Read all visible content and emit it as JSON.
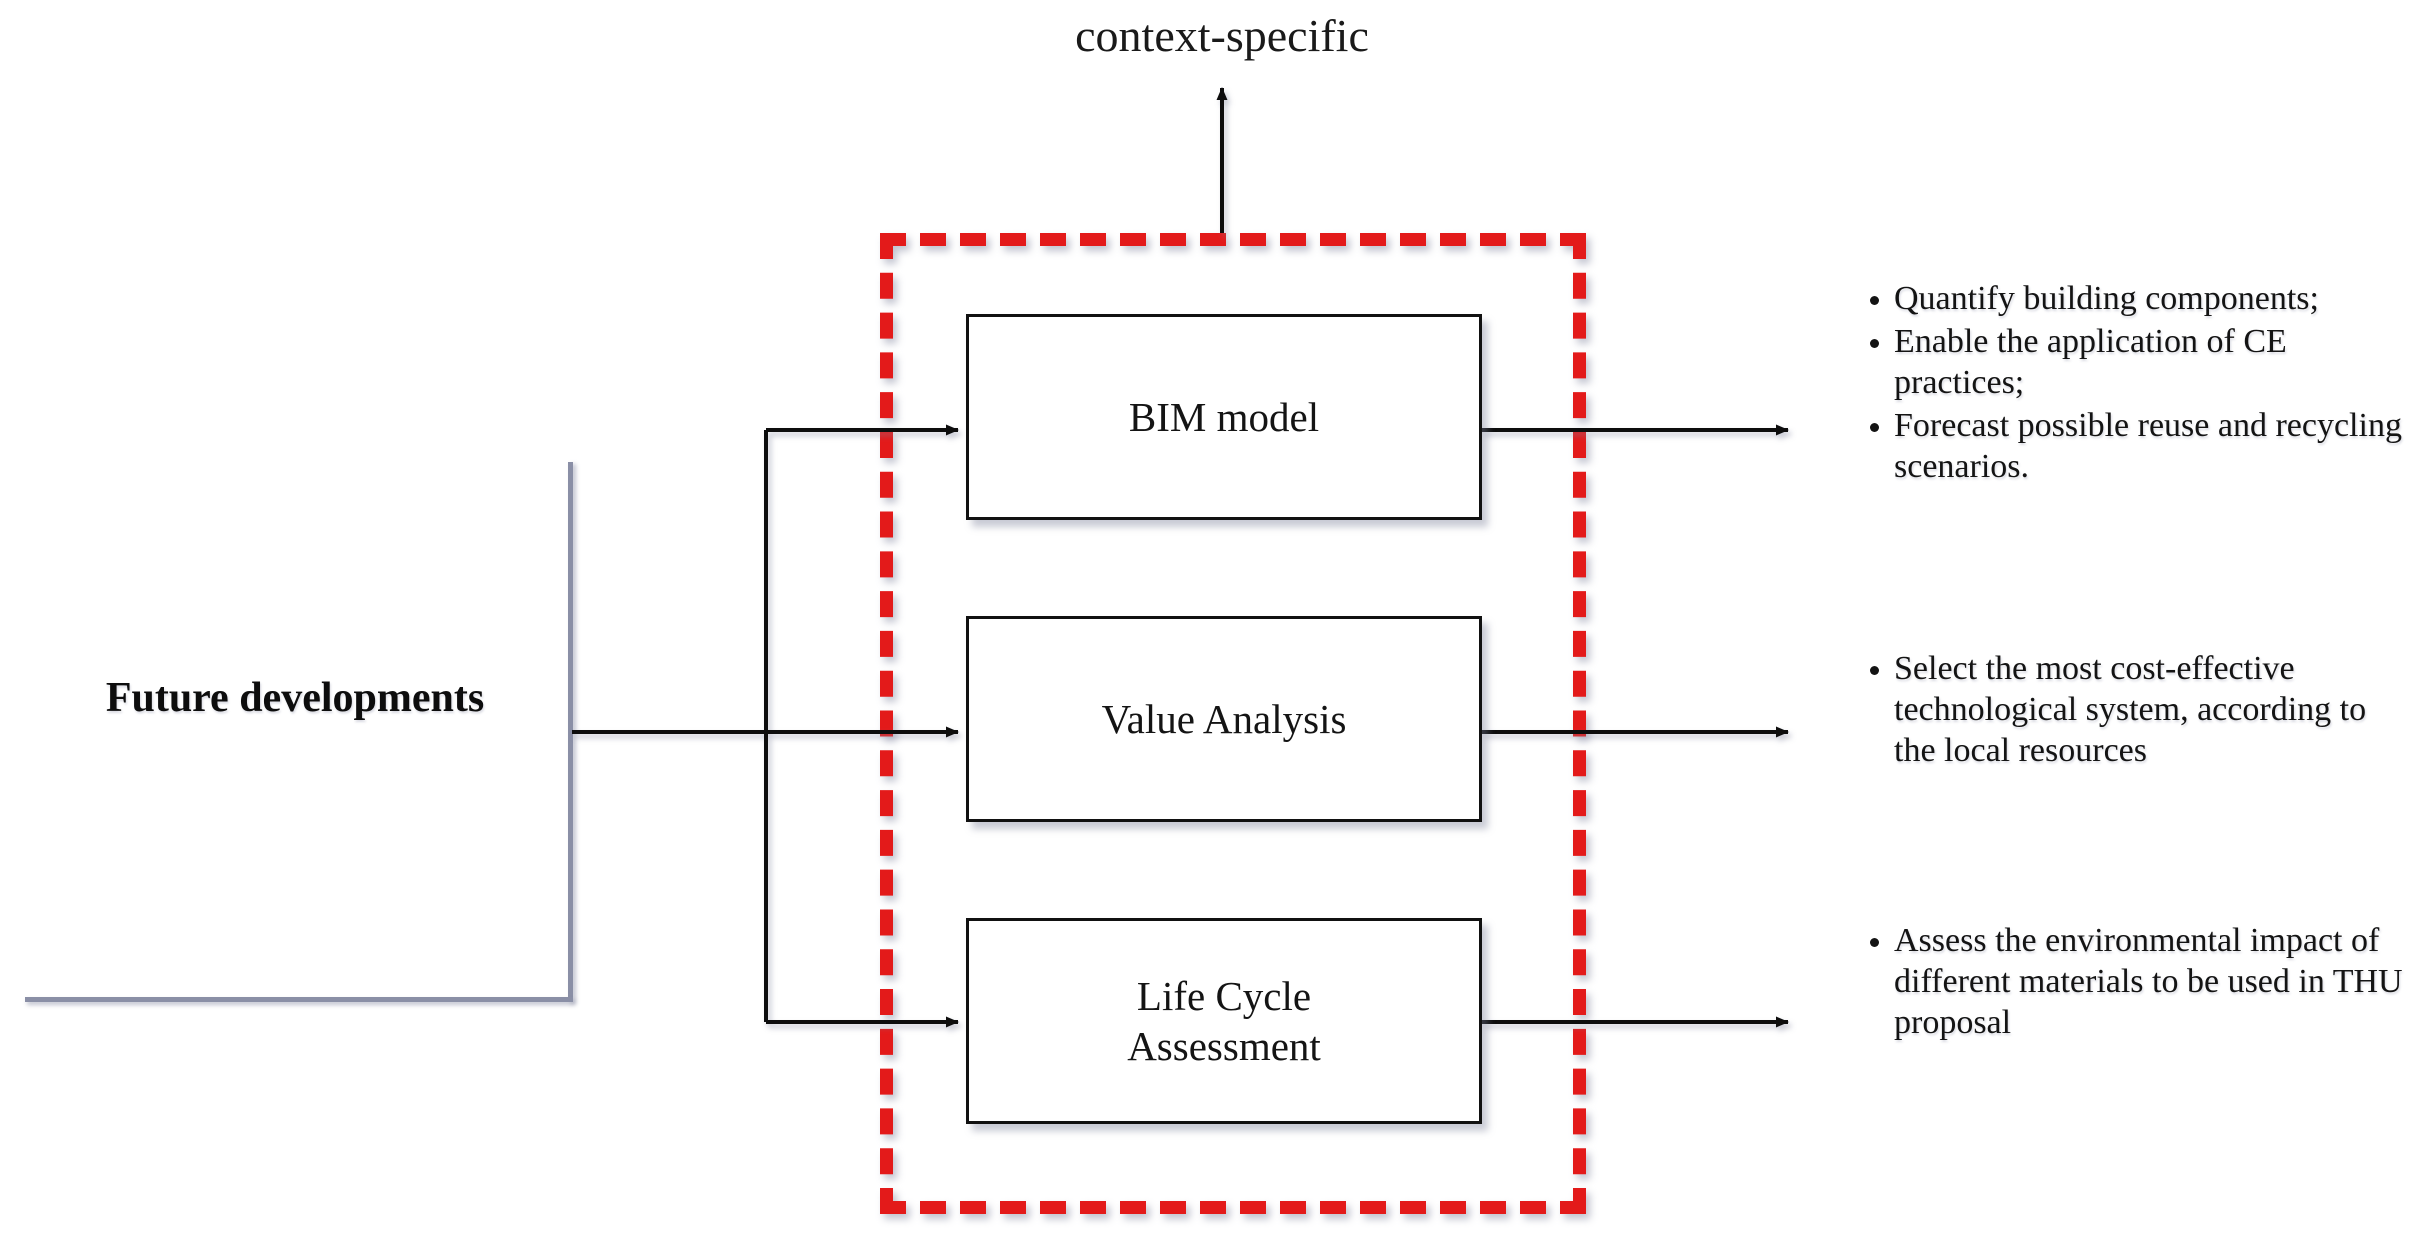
{
  "diagram": {
    "title": "context-specific",
    "source_label": "Future developments",
    "boxes": [
      {
        "id": "bim",
        "label": "BIM model"
      },
      {
        "id": "value-analysis",
        "label": "Value Analysis"
      },
      {
        "id": "lca",
        "label": "Life Cycle\nAssessment"
      },
      {
        "id": "lca-line1",
        "label": "Life Cycle"
      },
      {
        "id": "lca-line2",
        "label": "Assessment"
      }
    ],
    "outcome_groups": [
      {
        "for_box": "bim",
        "bullets": [
          "Quantify building components;",
          "Enable the application of CE practices;",
          "Forecast possible reuse and recycling scenarios."
        ]
      },
      {
        "for_box": "value-analysis",
        "bullets": [
          "Select the most cost-effective technological system, according to the local resources"
        ]
      },
      {
        "for_box": "lca",
        "bullets": [
          "Assess the environmental impact of different materials to be used in THU proposal"
        ]
      }
    ],
    "colors": {
      "highlight_border": "#e31a1a",
      "connector": "#111111",
      "bracket": "#8a8fa6",
      "box_border": "#111111",
      "text": "#141414",
      "background": "#ffffff"
    }
  }
}
